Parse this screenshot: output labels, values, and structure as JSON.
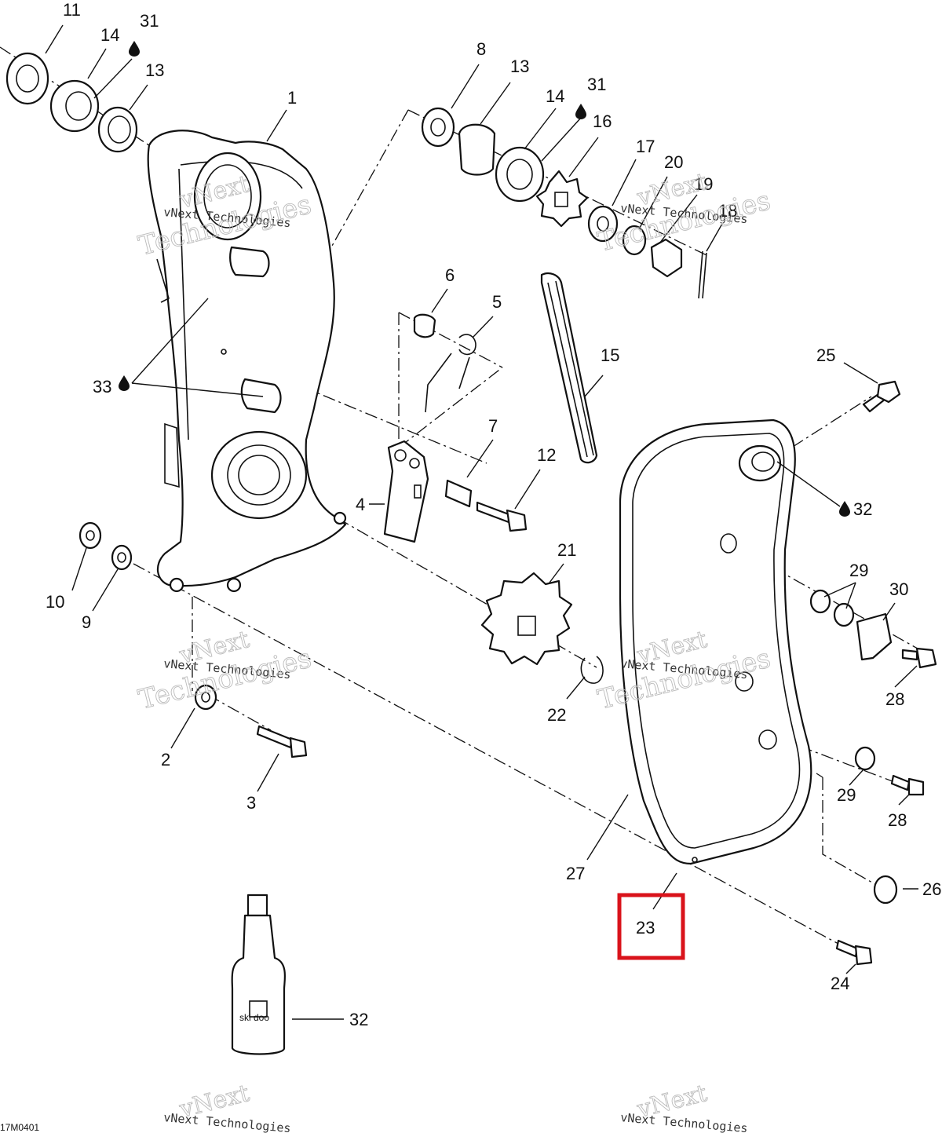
{
  "callouts": {
    "c1": "1",
    "c2": "2",
    "c3": "3",
    "c4": "4",
    "c5": "5",
    "c6": "6",
    "c7": "7",
    "c8": "8",
    "c9": "9",
    "c10": "10",
    "c11": "11",
    "c12": "12",
    "c13a": "13",
    "c13b": "13",
    "c14a": "14",
    "c14b": "14",
    "c15": "15",
    "c16": "16",
    "c17": "17",
    "c18": "18",
    "c19": "19",
    "c20": "20",
    "c21": "21",
    "c22": "22",
    "c23": "23",
    "c24": "24",
    "c25": "25",
    "c26": "26",
    "c27": "27",
    "c28a": "28",
    "c28b": "28",
    "c29a": "29",
    "c29b": "29",
    "c30": "30",
    "c31a": "31",
    "c31b": "31",
    "c32a": "32",
    "c32b": "32",
    "c33": "33"
  },
  "watermark": {
    "brand": "vNext",
    "line": "vNext Technologies",
    "big": "Technologies"
  },
  "drawing_code": "17M0401",
  "bottle_label": "ski doo",
  "highlight": {
    "part": "23",
    "color": "#d9131b"
  },
  "icons": {
    "lubricant": "oil-drop-icon"
  }
}
